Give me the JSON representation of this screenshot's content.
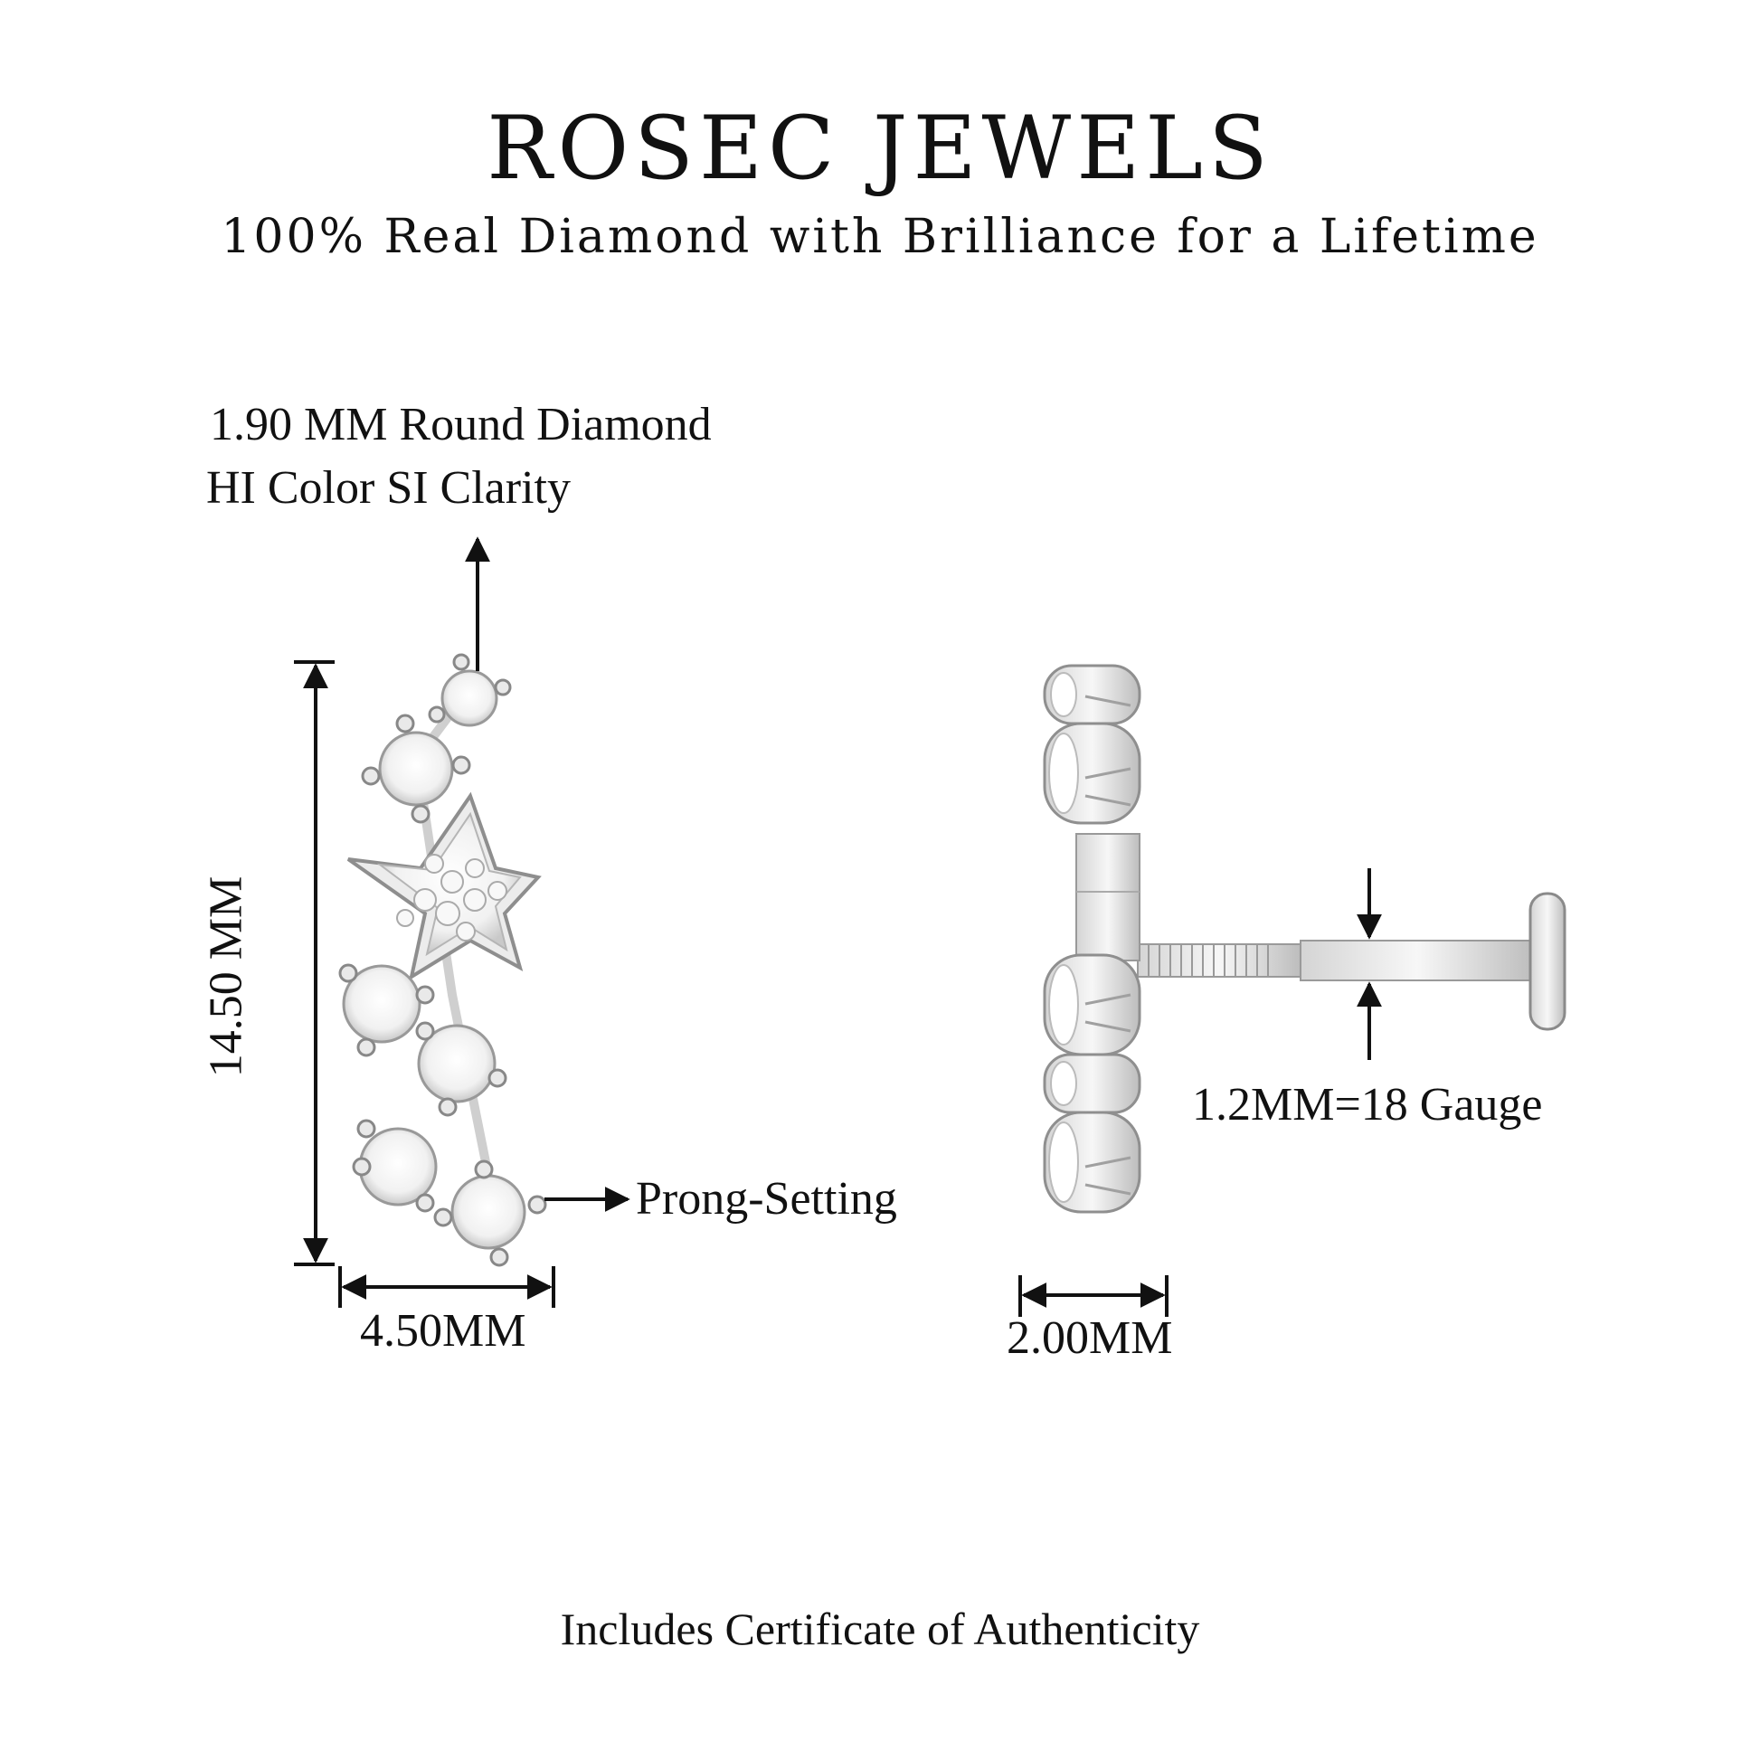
{
  "brand": "ROSEC JEWELS",
  "tagline": "100% Real Diamond with Brilliance for a Lifetime",
  "specs": {
    "diamond_size": "1.90 MM Round Diamond",
    "diamond_quality": "HI Color SI Clarity",
    "setting": "Prong-Setting",
    "height": "14.50 MM",
    "width": "4.50MM",
    "depth": "2.00MM",
    "gauge": "1.2MM=18 Gauge"
  },
  "footer": "Includes Certificate of Authenticity",
  "colors": {
    "metal": "#e6e6e6",
    "metal_edge": "#9a9a9a",
    "ink": "#111111"
  }
}
